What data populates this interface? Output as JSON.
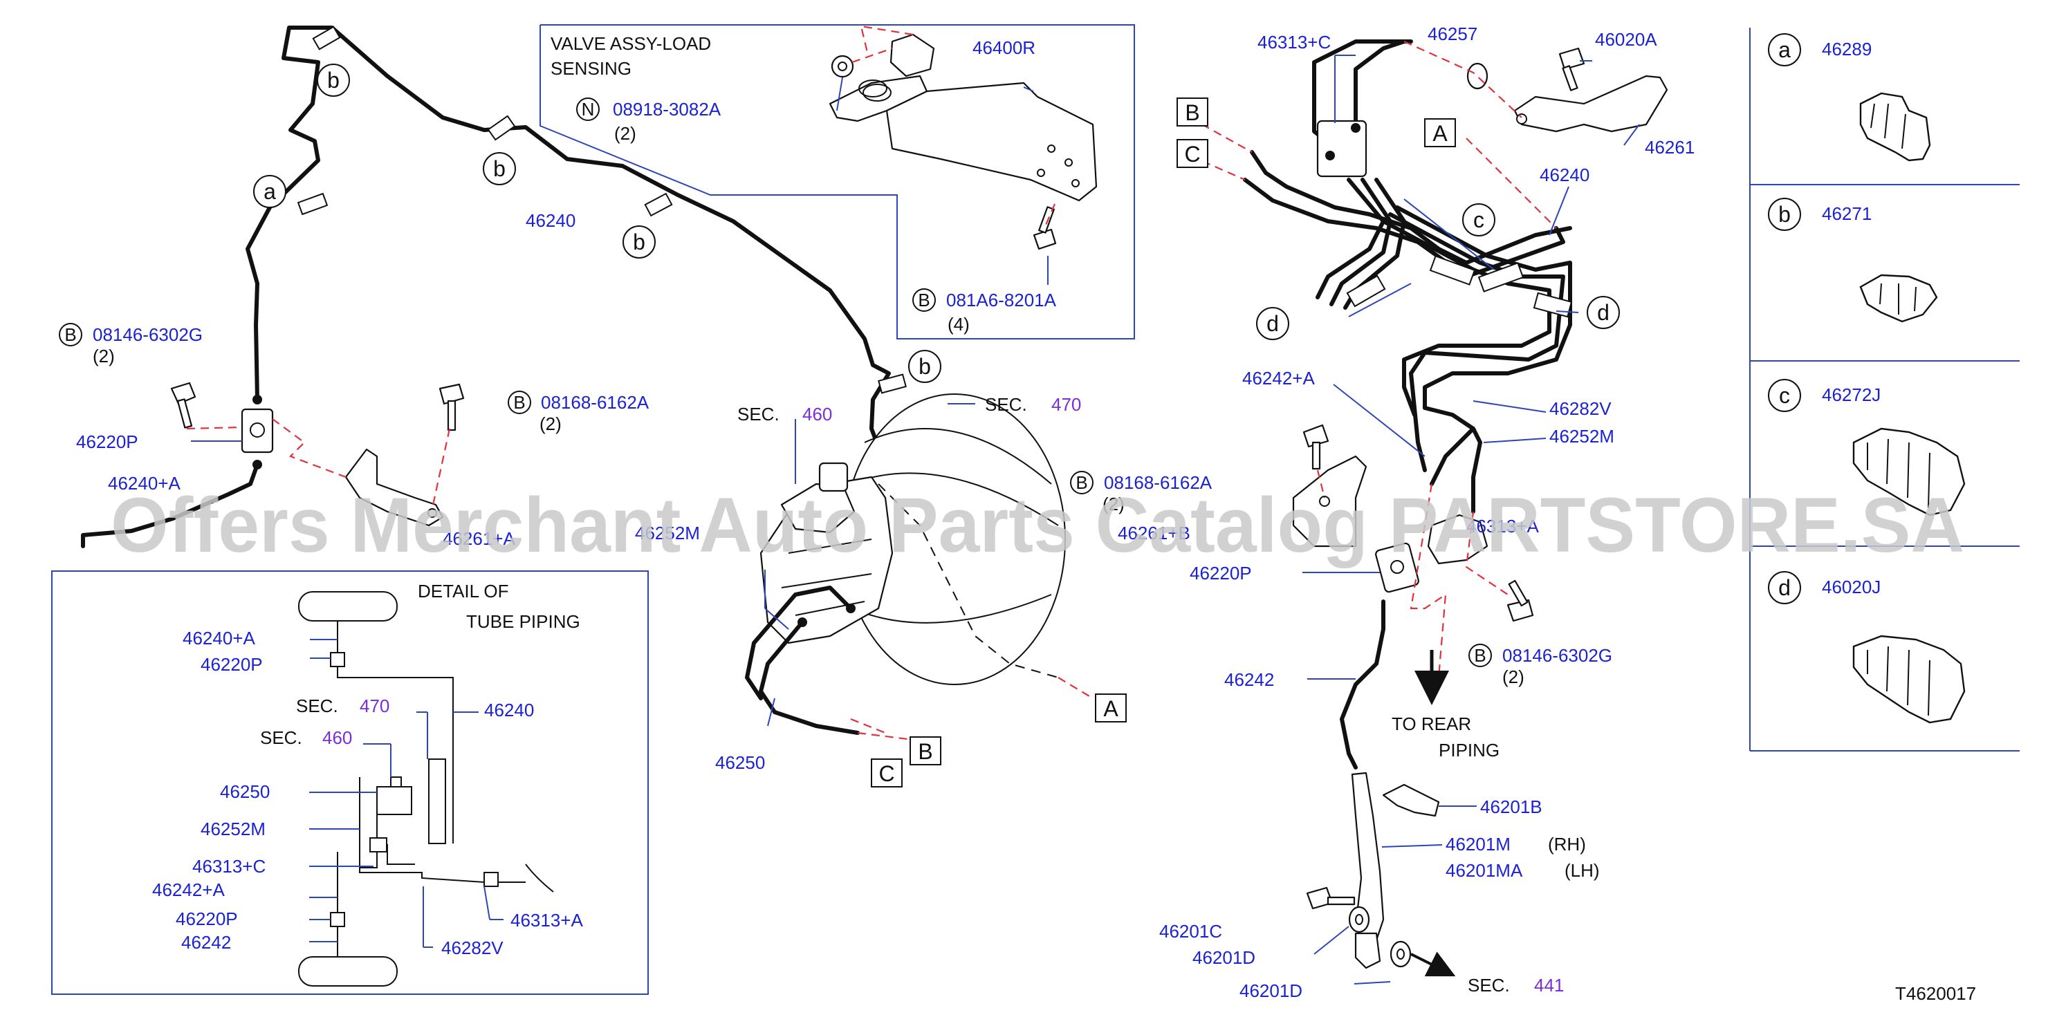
{
  "diagram_id": "T4620017",
  "watermark": "Offers Merchant Auto Parts Catalog PARTSTORE.SA",
  "valve_callout": {
    "title_line1": "VALVE   ASSY-LOAD",
    "title_line2": "SENSING"
  },
  "detail_box": {
    "title_line1": "DETAIL   OF",
    "title_line2": "TUBE   PIPING"
  },
  "rear_note": {
    "line1": "TO   REAR",
    "line2": "PIPING"
  },
  "section_prefix": "SEC.",
  "sections": {
    "s460": "460",
    "s470": "470",
    "s441": "441"
  },
  "colors": {
    "part_number": "#1a22d4",
    "section_ref": "#7a2fd6",
    "phantom_line": "#e0323c",
    "leader": "#2c45b8"
  },
  "symbols": {
    "bolt": "B",
    "nut": "N"
  },
  "view_letters": {
    "A": "A",
    "B": "B",
    "C": "C"
  },
  "clip_letters": {
    "a": "a",
    "b": "b",
    "c": "c",
    "d": "d"
  },
  "parts": {
    "p46240": "46240",
    "p46240A": "46240+A",
    "p46220P": "46220P",
    "p46250": "46250",
    "p46252M": "46252M",
    "p46313C": "46313+C",
    "p46242A": "46242+A",
    "p46242": "46242",
    "p46282V": "46282V",
    "p46313A": "46313+A",
    "p46400R": "46400R",
    "p46257": "46257",
    "p46020A": "46020A",
    "p46261": "46261",
    "p46201B": "46201B",
    "p46201M": "46201M",
    "p46201MA": "46201MA",
    "p46201C": "46201C",
    "p46201D": "46201D",
    "p46289": "46289",
    "p46271": "46271",
    "p46272J": "46272J",
    "p46020J": "46020J",
    "p46261_under": "46261+B",
    "p46261_left": "46261+A",
    "p46313A_under": "46313+A",
    "p46252M_under": "46252M"
  },
  "fasteners": {
    "f08918": "08918-3082A",
    "f081A6": "081A6-8201A",
    "f08146": "08146-6302G",
    "f08168": "08168-6162A"
  },
  "quantities": {
    "q2": "(2)",
    "q4": "(4)"
  },
  "sides": {
    "rh": "(RH)",
    "lh": "(LH)"
  }
}
